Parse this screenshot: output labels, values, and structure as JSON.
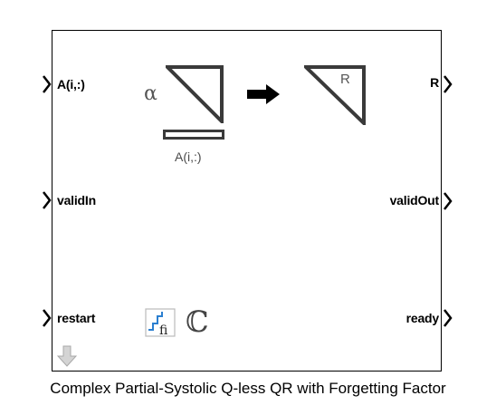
{
  "block": {
    "title": "Complex Partial-Systolic Q-less QR with Forgetting Factor"
  },
  "inputs": [
    {
      "label": "A(i,:)"
    },
    {
      "label": "validIn"
    },
    {
      "label": "restart"
    }
  ],
  "outputs": [
    {
      "label": "R"
    },
    {
      "label": "validOut"
    },
    {
      "label": "ready"
    }
  ],
  "icon": {
    "forgetting_symbol": "α",
    "matrix_R_label": "R",
    "row_input_caption": "A(i,:)",
    "complex_symbol": "ℂ",
    "fixed_point_label": "fi"
  },
  "colors": {
    "border": "#000000",
    "icon_stroke": "#3a3a3a",
    "fixed_point_blue": "#2b7fd0",
    "down_arrow_gray": "#bfbfbf"
  }
}
